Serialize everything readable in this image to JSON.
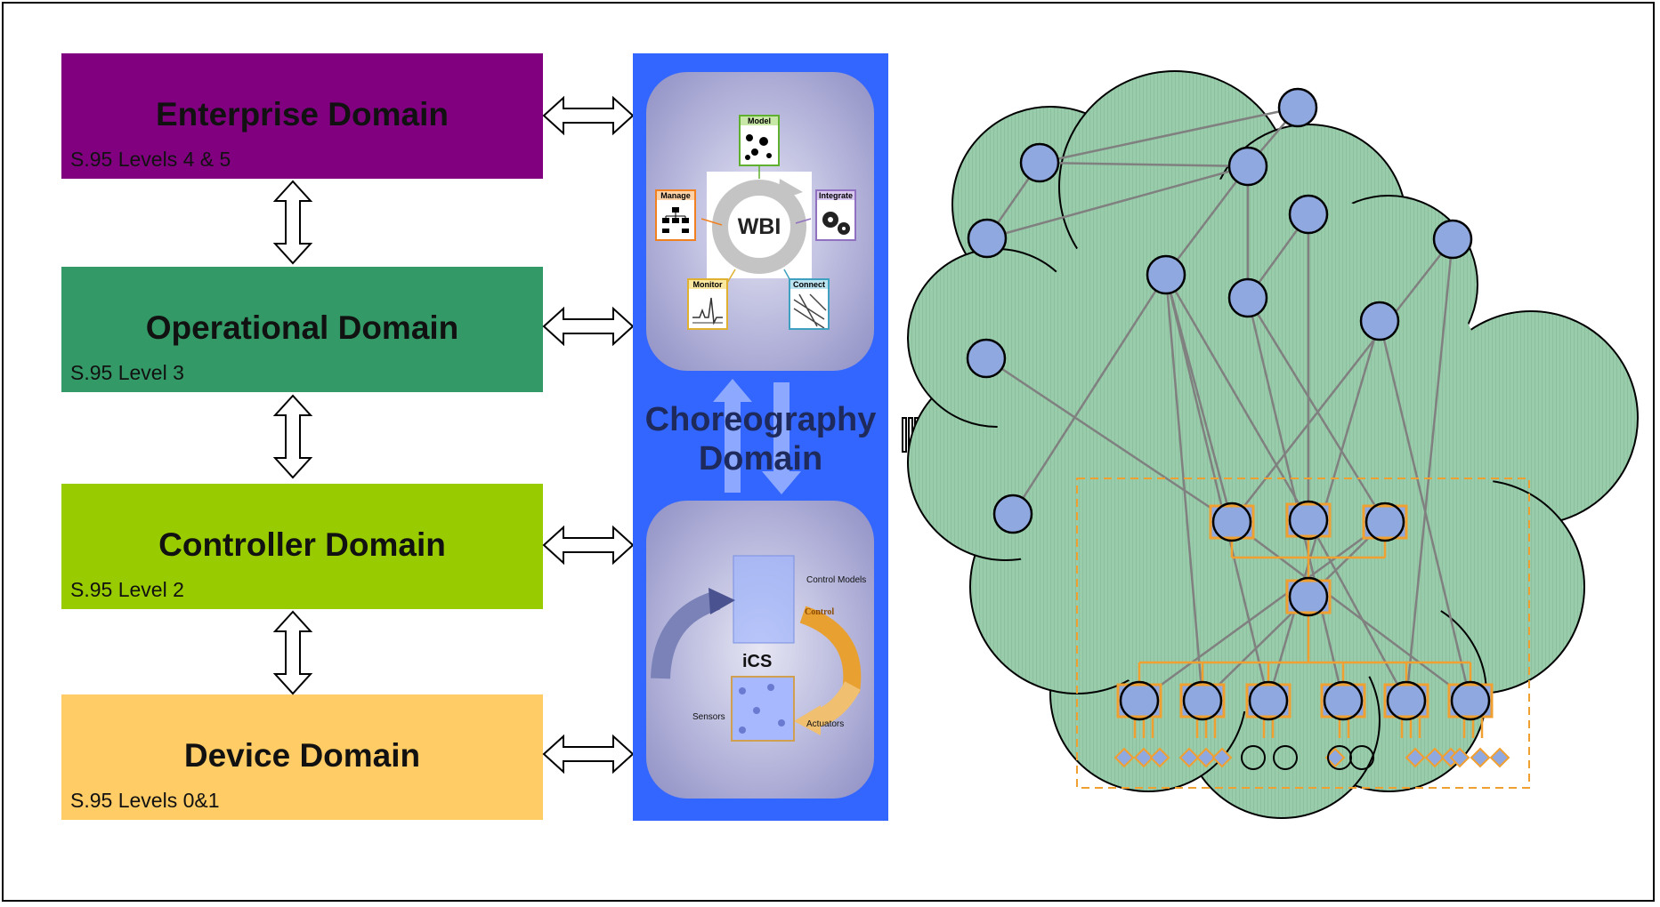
{
  "domains": {
    "enterprise": {
      "title": "Enterprise Domain",
      "level": "S.95 Levels 4 & 5",
      "color": "#800080"
    },
    "operational": {
      "title": "Operational Domain",
      "level": "S.95 Level 3",
      "color": "#339966"
    },
    "controller": {
      "title": "Controller Domain",
      "level": "S.95 Level 2",
      "color": "#99cc00"
    },
    "device": {
      "title": "Device Domain",
      "level": "S.95 Levels 0&1",
      "color": "#ffcc66"
    }
  },
  "choreography": {
    "title_line1": "Choreography",
    "title_line2": "Domain",
    "color": "#3366ff",
    "wbi": {
      "center_label": "WBI",
      "model": "Model",
      "integrate": "Integrate",
      "connect": "Connect",
      "monitor": "Monitor",
      "manage": "Manage"
    },
    "ics": {
      "center_label": "iCS",
      "control_models": "Control Models",
      "control": "Control",
      "sensors": "Sensors",
      "actuators": "Actuators"
    }
  },
  "network": {
    "cloud_color": "#99ccaa",
    "node_color": "#8fa8e0",
    "tree_color": "#f0a030"
  }
}
